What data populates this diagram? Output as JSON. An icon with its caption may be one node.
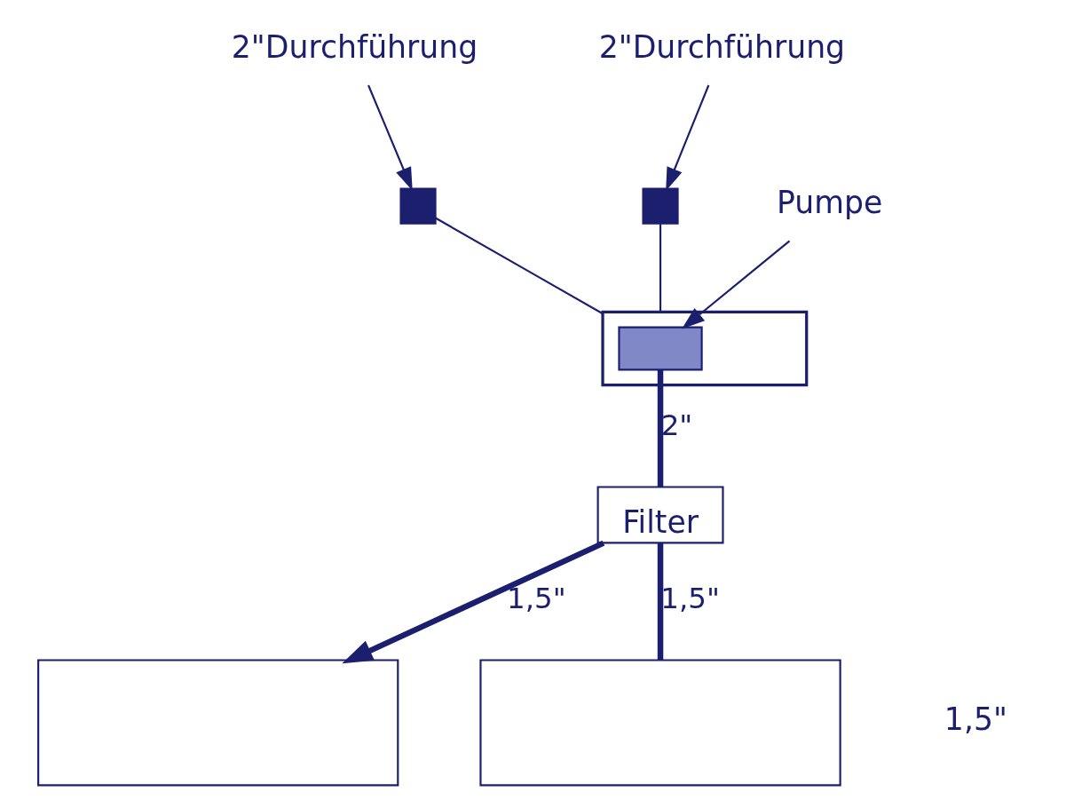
{
  "diagram": {
    "nodes": [
      {
        "text": [],
        "shape": "box"
      },
      {
        "text": [],
        "shape": "box"
      },
      {
        "text": [],
        "shape": "box"
      },
      {
        "text": [],
        "shape": "box"
      },
      {
        "text": [],
        "shape": "box"
      },
      {
        "text": [],
        "shape": "box",
        "in": 4
      },
      {
        "text": [
          "Filter"
        ]
      },
      {
        "text": [
          "2\"Durchführung"
        ]
      },
      {
        "text": [
          "2\"Durchführung"
        ]
      },
      {
        "text": [
          "Pumpe"
        ]
      }
    ],
    "edges": [
      {
        "from": 7,
        "to": 2,
        "arrow": "to"
      },
      {
        "from": 8,
        "to": 3,
        "arrow": "to"
      },
      {
        "from": 2,
        "to": 4,
        "arrow": "none"
      },
      {
        "from": 3,
        "to": 4,
        "arrow": "none"
      },
      {
        "from": 9,
        "to": 5,
        "arrow": "to"
      },
      {
        "from": 5,
        "to": 6,
        "label": "2\"",
        "arrow": "none",
        "style": "thick"
      },
      {
        "from": 6,
        "to": 0,
        "label": "1,5\"",
        "arrow": "to",
        "style": "thick"
      },
      {
        "from": 6,
        "to": 1,
        "label": "1,5\"",
        "arrow": "none",
        "style": "thick"
      }
    ],
    "labels": [
      "1,5\""
    ]
  }
}
